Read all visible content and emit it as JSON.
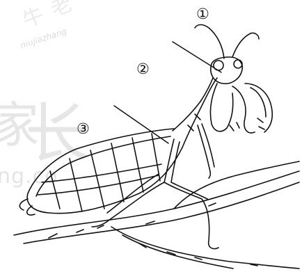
{
  "watermark": {
    "brand": "牛 老",
    "url": "niujiazhang",
    "big_1": "家",
    "big_2": "长",
    "tail": "ng.co"
  },
  "labels": [
    {
      "id": "1",
      "text": "①"
    },
    {
      "id": "2",
      "text": "②"
    },
    {
      "id": "3",
      "text": "③"
    }
  ]
}
